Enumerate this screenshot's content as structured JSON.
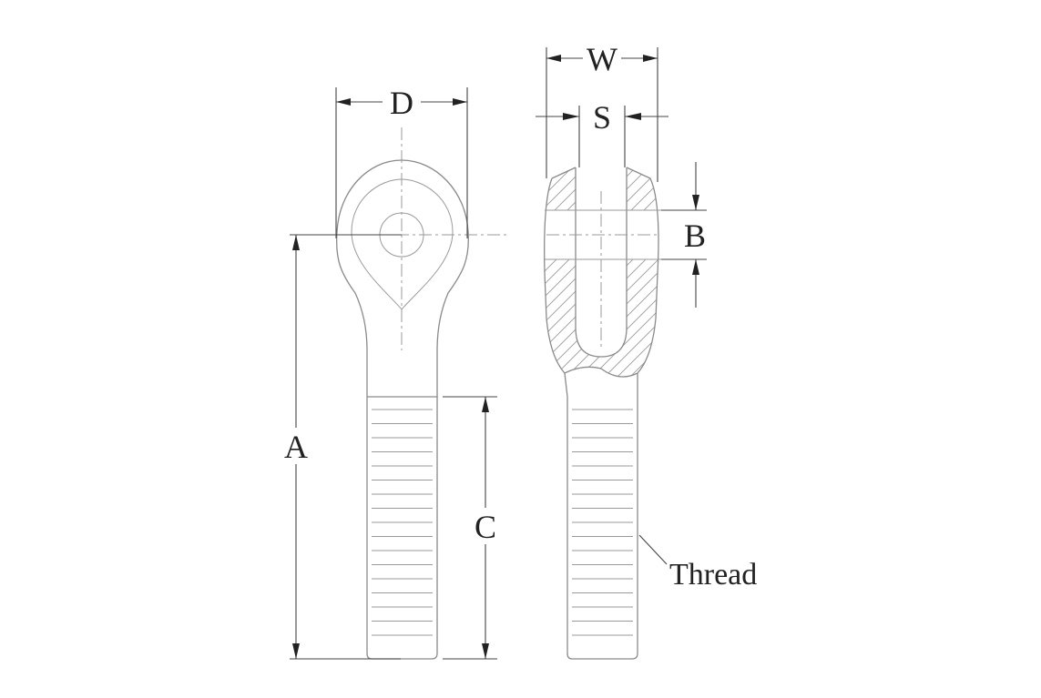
{
  "diagram": {
    "labels": {
      "A": "A",
      "B": "B",
      "C": "C",
      "D": "D",
      "S": "S",
      "W": "W",
      "thread": "Thread"
    },
    "colors": {
      "outline": "#8a8a8a",
      "dimension": "#444444",
      "text": "#222222",
      "background": "#ffffff"
    }
  }
}
